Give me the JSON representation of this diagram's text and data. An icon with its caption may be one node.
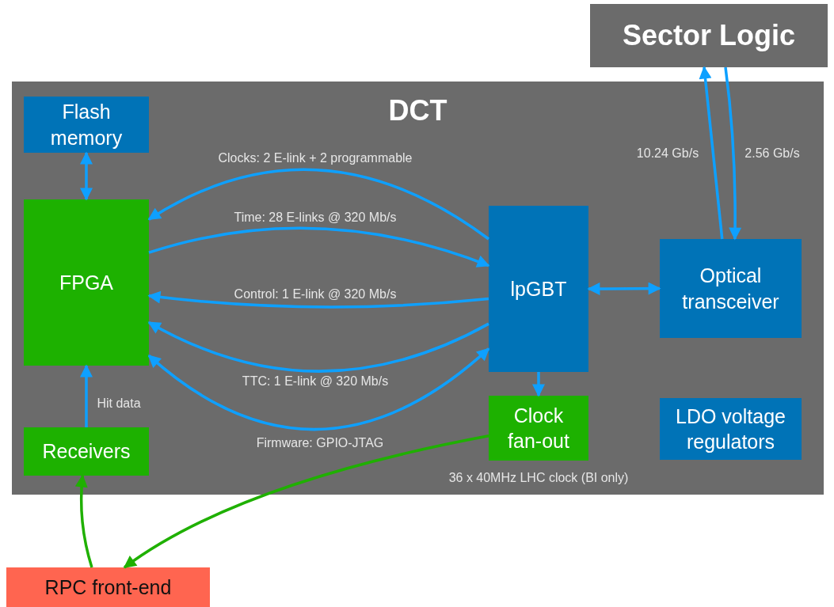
{
  "diagram": {
    "nodes": [
      {
        "text": [
          "DCT"
        ]
      },
      {
        "text": [
          "Flash memory"
        ],
        "in": 0
      },
      {
        "text": [
          "FPGA"
        ],
        "in": 0
      },
      {
        "text": [
          "lpGBT"
        ],
        "in": 0
      },
      {
        "text": [
          "Optical transceiver"
        ],
        "in": 0
      },
      {
        "text": [
          "Receivers"
        ],
        "in": 0
      },
      {
        "text": [
          "Clock fan-out"
        ],
        "in": 0,
        "beside": [
          "36 x 40MHz LHC clock (BI only)"
        ]
      },
      {
        "text": [
          "LDO voltage regulators"
        ],
        "in": 0
      },
      {
        "text": [
          "Sector Logic"
        ]
      },
      {
        "text": [
          "RPC front-end"
        ]
      }
    ],
    "edges": [
      {
        "from": 1,
        "to": 2,
        "arrow": "both"
      },
      {
        "from": 3,
        "to": 2,
        "arrow": "to",
        "label": "Clocks: 2 E-link + 2 programmable"
      },
      {
        "from": 2,
        "to": 3,
        "arrow": "to",
        "label": "Time: 28 E-links @ 320 Mb/s"
      },
      {
        "from": 3,
        "to": 2,
        "arrow": "to",
        "label": "Control: 1 E-link @ 320 Mb/s"
      },
      {
        "from": 3,
        "to": 2,
        "arrow": "to",
        "label": "TTC: 1 E-link @ 320 Mb/s"
      },
      {
        "from": 2,
        "to": 3,
        "arrow": "both",
        "label": "Firmware: GPIO-JTAG"
      },
      {
        "from": 3,
        "to": 4,
        "arrow": "both"
      },
      {
        "from": 4,
        "to": 8,
        "arrow": "to",
        "label": "10.24 Gb/s"
      },
      {
        "from": 8,
        "to": 4,
        "arrow": "to",
        "label": "2.56 Gb/s"
      },
      {
        "from": 3,
        "to": 6,
        "arrow": "to"
      },
      {
        "from": 5,
        "to": 2,
        "arrow": "to",
        "label": "Hit data"
      },
      {
        "from": 9,
        "to": 5,
        "arrow": "to",
        "color": "#1fb000"
      },
      {
        "from": 6,
        "to": 9,
        "arrow": "to",
        "color": "#1fb000"
      }
    ]
  }
}
